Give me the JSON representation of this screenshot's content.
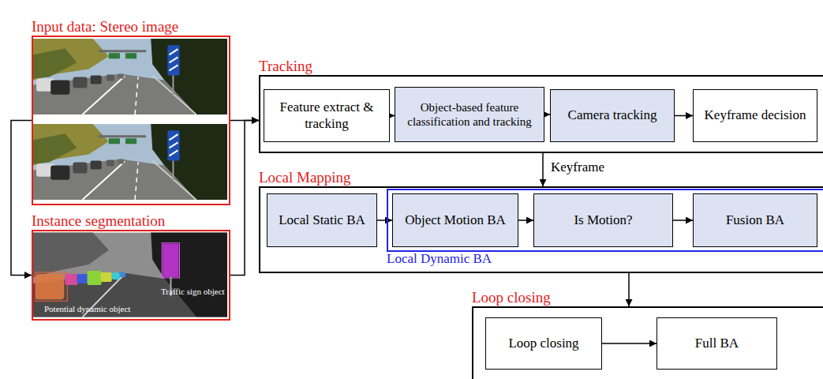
{
  "diagram": {
    "nodes": [
      {
        "text": [
          "Input data: Stereo image"
        ]
      },
      {
        "text": [
          "Instance segmentation"
        ]
      },
      {
        "text": [
          "Tracking"
        ]
      },
      {
        "text": [
          "Feature extract & tracking"
        ],
        "in": 2
      },
      {
        "text": [
          "Object-based feature classification and tracking"
        ],
        "in": 2
      },
      {
        "text": [
          "Camera tracking"
        ],
        "in": 2
      },
      {
        "text": [
          "Keyframe decision"
        ],
        "in": 2
      },
      {
        "text": [
          "Local Mapping"
        ]
      },
      {
        "text": [
          "Local Static BA"
        ],
        "in": 7
      },
      {
        "text": [
          "Local Dynamic BA"
        ],
        "in": 7
      },
      {
        "text": [
          "Object Motion BA"
        ],
        "in": 9
      },
      {
        "text": [
          "Is Motion?"
        ],
        "in": 9
      },
      {
        "text": [
          "Fusion BA"
        ],
        "in": 9
      },
      {
        "text": [
          "Loop closing"
        ]
      },
      {
        "text": [
          "Loop closing"
        ],
        "in": 13
      },
      {
        "text": [
          "Full BA"
        ],
        "in": 13
      }
    ],
    "edges": [
      {
        "from": 0,
        "to": 2,
        "arrow": "to"
      },
      {
        "from": 0,
        "to": 1,
        "arrow": "to"
      },
      {
        "from": 1,
        "to": 2,
        "arrow": "to"
      },
      {
        "from": 3,
        "to": 4,
        "arrow": "to"
      },
      {
        "from": 4,
        "to": 5,
        "arrow": "to"
      },
      {
        "from": 5,
        "to": 6,
        "arrow": "to"
      },
      {
        "from": 2,
        "to": 7,
        "label": "Keyframe",
        "arrow": "to"
      },
      {
        "from": 8,
        "to": 10,
        "arrow": "to"
      },
      {
        "from": 10,
        "to": 11,
        "arrow": "to"
      },
      {
        "from": 11,
        "to": 12,
        "arrow": "to"
      },
      {
        "from": 7,
        "to": 13,
        "arrow": "to"
      },
      {
        "from": 14,
        "to": 15,
        "arrow": "to"
      }
    ],
    "labels": [
      "Traffic sign object",
      "Potential dynamic object"
    ]
  }
}
